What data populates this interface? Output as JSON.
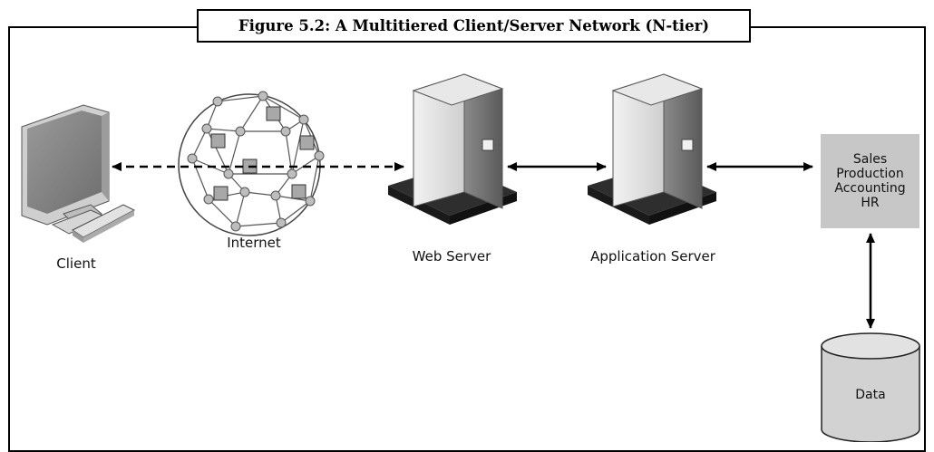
{
  "figure": {
    "title": "Figure 5.2: A Multitiered Client/Server Network (N-tier)"
  },
  "nodes": {
    "client": "Client",
    "internet": "Internet",
    "web_server": "Web Server",
    "application_server": "Application Server",
    "databases": [
      "Sales",
      "Production",
      "Accounting",
      "HR"
    ],
    "data_store": "Data"
  },
  "colors": {
    "line": "#000000",
    "database_box": "#c7c7c7",
    "server_body": "#dcdcdc",
    "server_shadow": "#3a3a3a"
  }
}
